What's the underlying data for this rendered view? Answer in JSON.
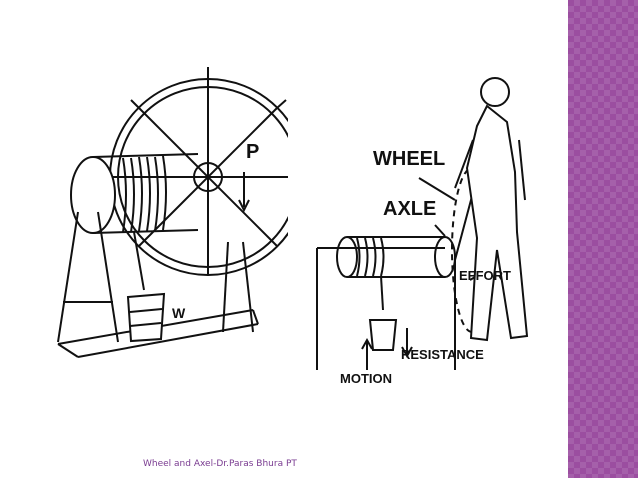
{
  "colors": {
    "sidebar": "#9b4ea0",
    "footer_text": "#7a3c91",
    "ink": "#111111"
  },
  "left_figure": {
    "label_p": "P",
    "label_w": "W"
  },
  "right_figure": {
    "label_wheel": "WHEEL",
    "label_axle": "AXLE",
    "label_effort": "EFFORT",
    "label_resistance": "RESISTANCE",
    "label_motion": "MOTION"
  },
  "footer": {
    "text": "Wheel and Axel-Dr.Paras Bhura PT"
  }
}
